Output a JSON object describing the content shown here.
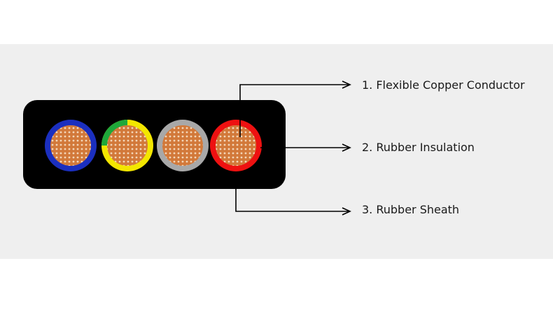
{
  "callouts": {
    "conductor": "1. Flexible Copper Conductor",
    "insulation": "2. Rubber Insulation",
    "sheath": "3. Rubber Sheath"
  },
  "colors": {
    "background_band": "#efefef",
    "sheath": "#000000",
    "copper": "#d2793a",
    "core_blue": "#1b2fbf",
    "core_yellow": "#f3e600",
    "core_green": "#1fa83a",
    "core_grey": "#a8a8a8",
    "core_red": "#ee1111"
  }
}
